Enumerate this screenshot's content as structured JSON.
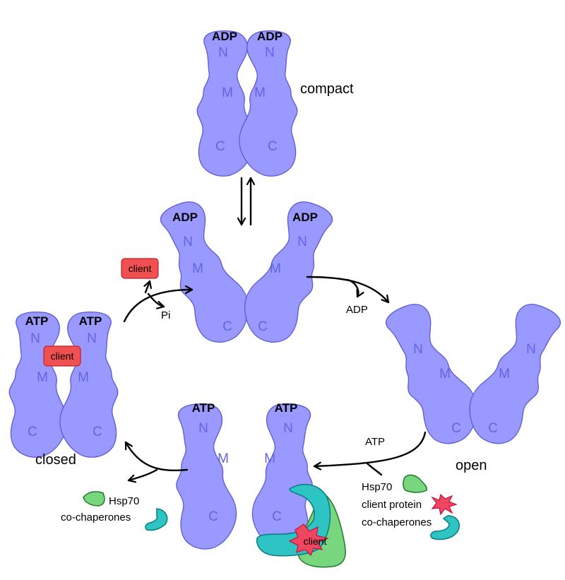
{
  "states": {
    "compact": "compact",
    "open": "open",
    "closed": "closed"
  },
  "domains": {
    "n": "N",
    "m": "M",
    "c": "C"
  },
  "nucleotides": {
    "adp": "ADP",
    "atp": "ATP"
  },
  "labels": {
    "client": "client",
    "pi": "Pi",
    "adp_release": "ADP",
    "atp_binding": "ATP",
    "hsp70": "Hsp70",
    "co_chaperones": "co-chaperones",
    "client_protein": "client protein"
  },
  "colors": {
    "hsp90": "#9999ff",
    "hsp90_outline": "#5a5ad6",
    "client": "#f05050",
    "hsp70": "#77d67e",
    "co_chaperone": "#2ec4c4"
  }
}
